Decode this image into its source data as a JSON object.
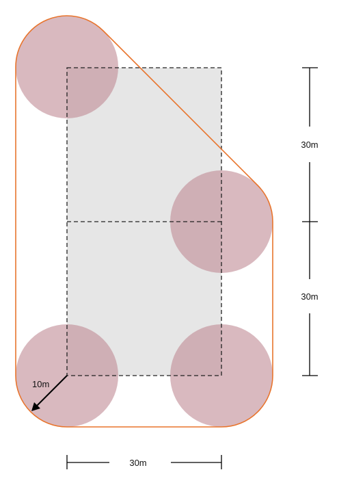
{
  "colors": {
    "hull_stroke": "#e8742c",
    "rectangle_fill": "#e6e6e6",
    "circle_fill": "#c08b95",
    "dashed_stroke": "#222222",
    "dimension_stroke": "#000000"
  },
  "dimensions": {
    "vertical_top_label": "30m",
    "vertical_bottom_label": "30m",
    "horizontal_label": "30m",
    "radius_label": "10m"
  }
}
